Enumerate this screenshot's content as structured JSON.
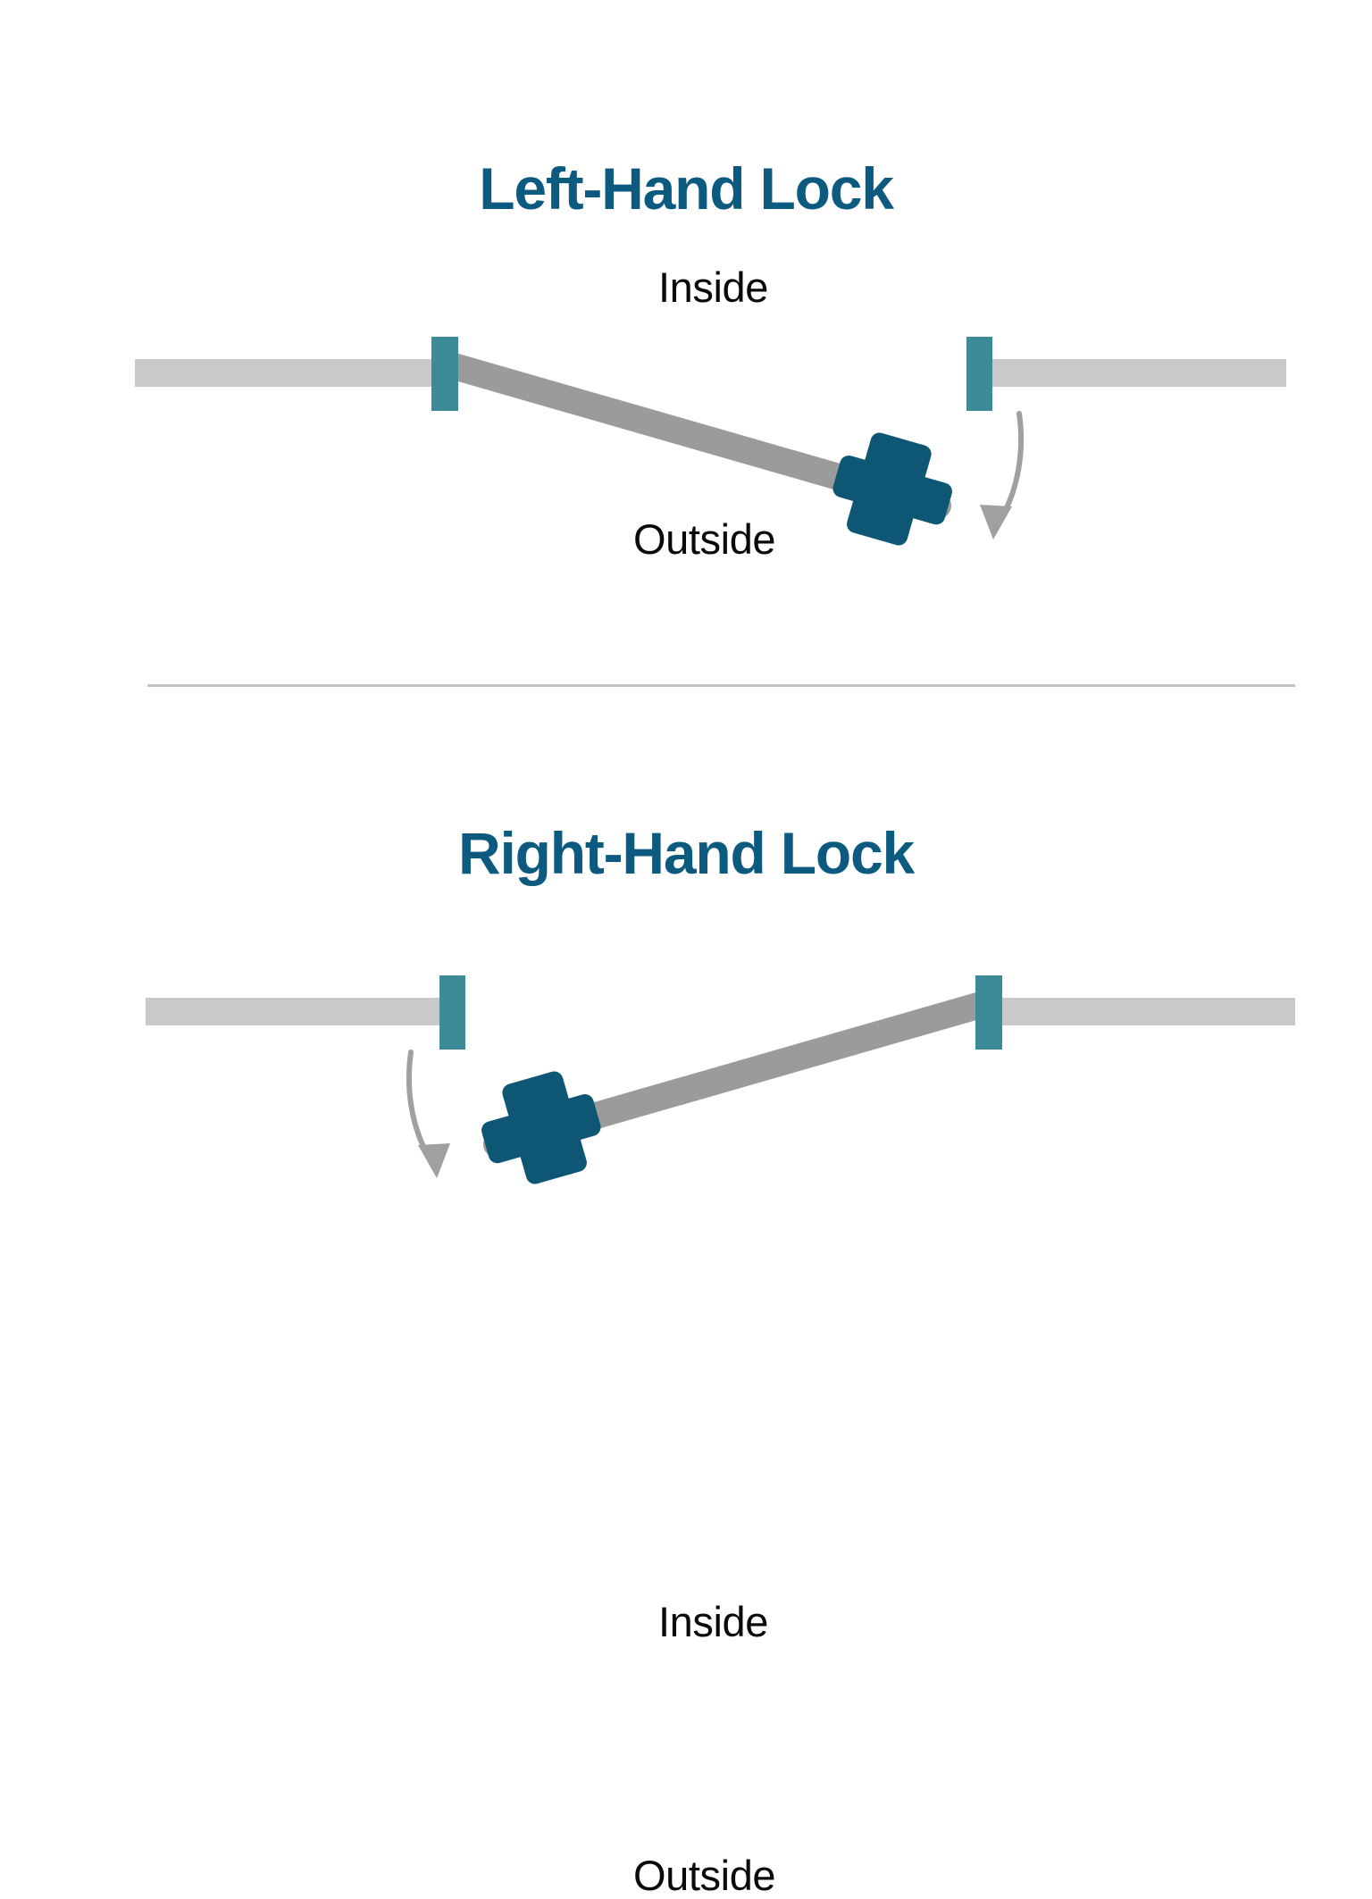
{
  "document": {
    "type": "instructional-diagram",
    "subject": "Door lock handing orientation",
    "background_color": "#ffffff"
  },
  "colors": {
    "title_blue": "#0d5a80",
    "lock_blue": "#0d5674",
    "hinge_teal": "#3d8a99",
    "wall_gray": "#c9c9c9",
    "door_gray": "#9b9b9b",
    "arrow_gray": "#a0a0a0",
    "label_black": "#0a0a0a",
    "divider_gray": "#c2c2c2"
  },
  "panels": [
    {
      "id": "left-hand-lock",
      "title": "Left-Hand Lock",
      "inside_label": "Inside",
      "outside_label": "Outside",
      "hinge_side": "left",
      "swing_direction": "outward-right",
      "parts": {
        "wall_left_name": "wall-segment-left",
        "wall_right_name": "wall-segment-right",
        "hinge_left_name": "hinge-block-left",
        "hinge_right_name": "jamb-block-right",
        "door_name": "door-panel",
        "lock_name": "lock-icon",
        "arrow_name": "swing-arrow"
      }
    },
    {
      "id": "right-hand-lock",
      "title": "Right-Hand Lock",
      "inside_label": "Inside",
      "outside_label": "Outside",
      "hinge_side": "right",
      "swing_direction": "outward-left",
      "parts": {
        "wall_left_name": "wall-segment-left",
        "wall_right_name": "wall-segment-right",
        "hinge_left_name": "jamb-block-left",
        "hinge_right_name": "hinge-block-right",
        "door_name": "door-panel",
        "lock_name": "lock-icon",
        "arrow_name": "swing-arrow"
      }
    }
  ],
  "divider": {
    "name": "panel-divider"
  }
}
